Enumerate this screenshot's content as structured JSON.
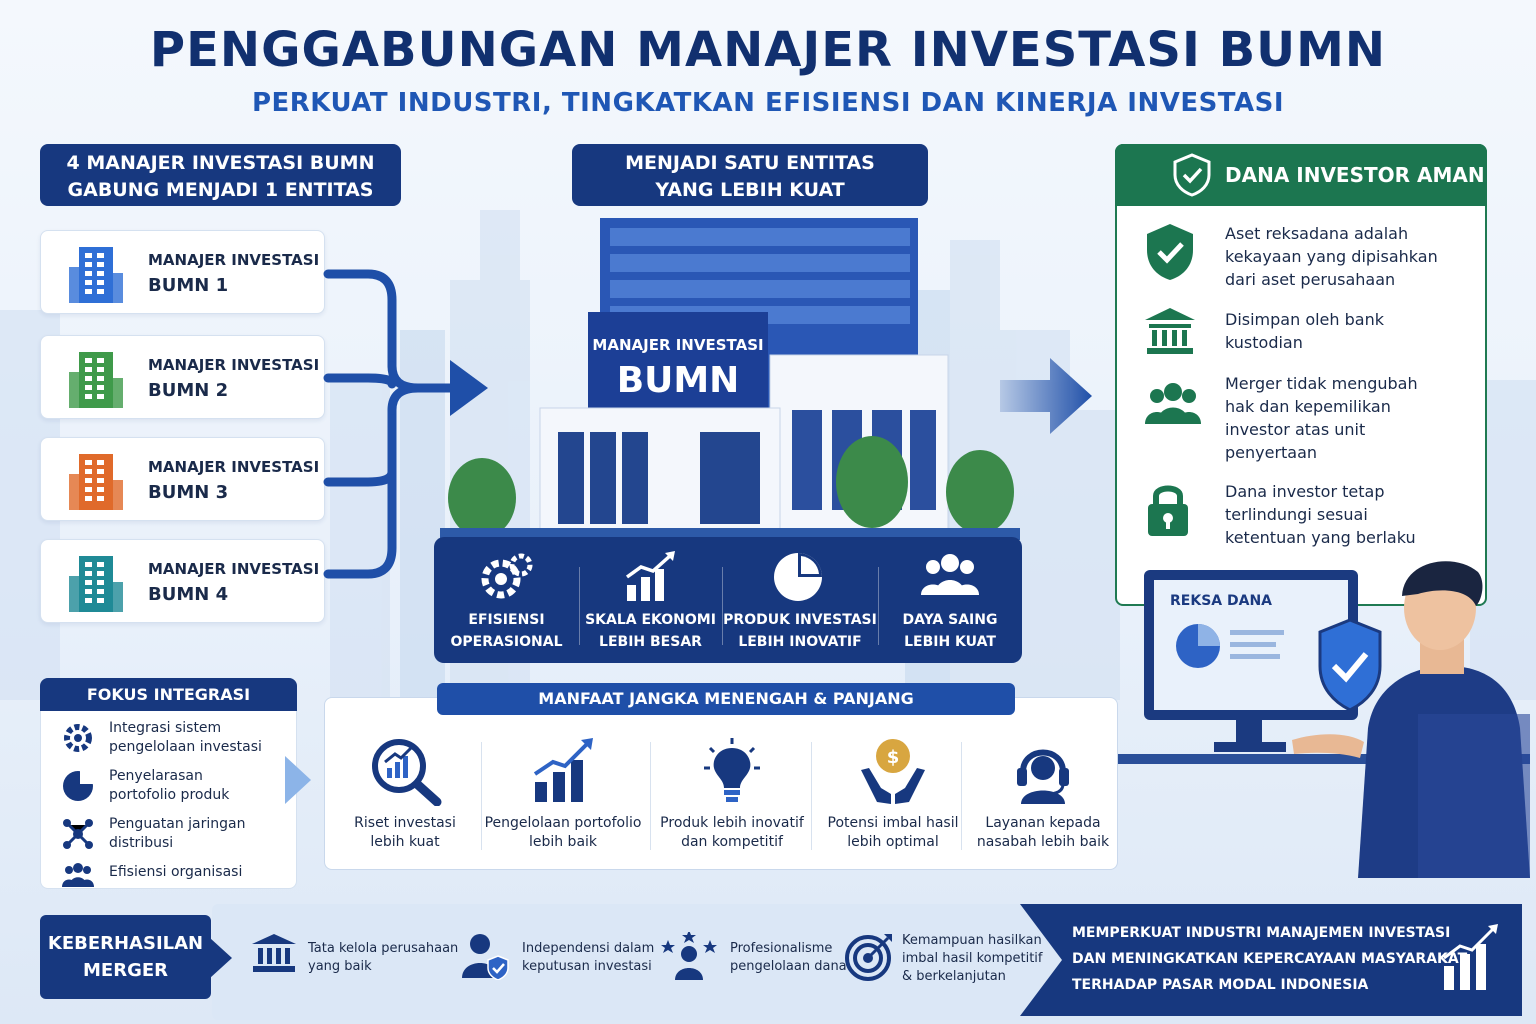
{
  "title": "PENGGABUNGAN MANAJER INVESTASI BUMN",
  "subtitle": "PERKUAT INDUSTRI, TINGKATKAN EFISIENSI DAN KINERJA INVESTASI",
  "left_header": {
    "line1": "4 MANAJER INVESTASI BUMN",
    "line2": "GABUNG MENJADI 1 ENTITAS"
  },
  "managers": [
    {
      "line1": "MANAJER INVESTASI",
      "line2": "BUMN 1",
      "color": "#2f6fd6"
    },
    {
      "line1": "MANAJER INVESTASI",
      "line2": "BUMN 2",
      "color": "#3f9a4a"
    },
    {
      "line1": "MANAJER INVESTASI",
      "line2": "BUMN 3",
      "color": "#e06a2a"
    },
    {
      "line1": "MANAJER INVESTASI",
      "line2": "BUMN 4",
      "color": "#1f8a96"
    }
  ],
  "center_header": {
    "line1": "MENJADI SATU ENTITAS",
    "line2": "YANG LEBIH KUAT"
  },
  "building_sign": {
    "line1": "MANAJER INVESTASI",
    "line2": "BUMN"
  },
  "features": [
    {
      "line1": "EFISIENSI",
      "line2": "OPERASIONAL",
      "icon": "gears-icon"
    },
    {
      "line1": "SKALA EKONOMI",
      "line2": "LEBIH BESAR",
      "icon": "growth-chart-icon"
    },
    {
      "line1": "PRODUK INVESTASI",
      "line2": "LEBIH INOVATIF",
      "icon": "pie-chart-icon"
    },
    {
      "line1": "DAYA SAING",
      "line2": "LEBIH KUAT",
      "icon": "people-icon"
    }
  ],
  "investor_panel": {
    "title": "DANA INVESTOR AMAN",
    "items": [
      {
        "lines": [
          "Aset reksadana adalah",
          "kekayaan yang dipisahkan",
          "dari aset perusahaan"
        ],
        "icon": "shield-check-icon"
      },
      {
        "lines": [
          "Disimpan oleh bank",
          "kustodian"
        ],
        "icon": "bank-icon"
      },
      {
        "lines": [
          "Merger tidak mengubah",
          "hak dan kepemilikan",
          "investor atas unit",
          "penyertaan"
        ],
        "icon": "group-icon"
      },
      {
        "lines": [
          "Dana investor tetap",
          "terlindungi sesuai",
          "ketentuan yang berlaku"
        ],
        "icon": "lock-icon"
      }
    ]
  },
  "monitor_label": "REKSA DANA",
  "fokus": {
    "title": "FOKUS INTEGRASI",
    "items": [
      {
        "lines": [
          "Integrasi sistem",
          "pengelolaan investasi"
        ],
        "icon": "gear-icon"
      },
      {
        "lines": [
          "Penyelarasan",
          "portofolio produk"
        ],
        "icon": "pie-icon"
      },
      {
        "lines": [
          "Penguatan jaringan",
          "distribusi"
        ],
        "icon": "network-icon"
      },
      {
        "lines": [
          "Efisiensi organisasi"
        ],
        "icon": "team-icon"
      }
    ]
  },
  "manfaat": {
    "title": "MANFAAT JANGKA MENENGAH & PANJANG",
    "items": [
      {
        "lines": [
          "Riset investasi",
          "lebih kuat"
        ],
        "icon": "research-icon"
      },
      {
        "lines": [
          "Pengelolaan portofolio",
          "lebih baik"
        ],
        "icon": "bar-growth-icon"
      },
      {
        "lines": [
          "Produk lebih inovatif",
          "dan kompetitif"
        ],
        "icon": "lightbulb-icon"
      },
      {
        "lines": [
          "Potensi imbal hasil",
          "lebih optimal"
        ],
        "icon": "coin-hands-icon"
      },
      {
        "lines": [
          "Layanan kepada",
          "nasabah lebih baik"
        ],
        "icon": "headset-icon"
      }
    ]
  },
  "keberhasilan": {
    "title_line1": "KEBERHASILAN",
    "title_line2": "MERGER",
    "items": [
      {
        "lines": [
          "Tata kelola perusahaan",
          "yang baik"
        ],
        "icon": "institution-icon"
      },
      {
        "lines": [
          "Independensi dalam",
          "keputusan investasi"
        ],
        "icon": "person-shield-icon"
      },
      {
        "lines": [
          "Profesionalisme",
          "pengelolaan dana"
        ],
        "icon": "stars-person-icon"
      },
      {
        "lines": [
          "Kemampuan hasilkan",
          "imbal hasil kompetitif",
          "& berkelanjutan"
        ],
        "icon": "target-icon"
      }
    ],
    "conclusion": [
      "MEMPERKUAT INDUSTRI MANAJEMEN INVESTASI",
      "DAN MENINGKATKAN KEPERCAYAAN MASYARAKAT",
      "TERHADAP PASAR MODAL INDONESIA"
    ]
  }
}
